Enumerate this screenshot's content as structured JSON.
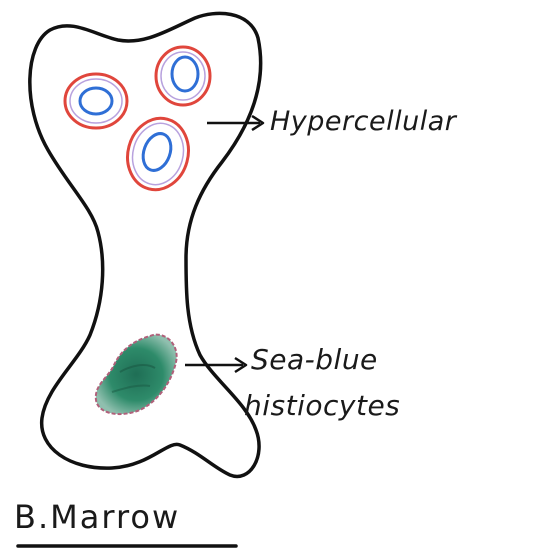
{
  "labels": {
    "hypercellular": "Hypercellular",
    "sea_blue_line1": "Sea-blue",
    "sea_blue_line2": "histiocytes",
    "caption": "B.Marrow"
  },
  "colors": {
    "outline": "#111111",
    "cell_outer": "#e0463c",
    "cell_inner": "#2f6fd6",
    "histiocyte_fill": "#2e8b6a",
    "histiocyte_rim": "#b0607a"
  },
  "icons": {
    "bone": "bone-outline",
    "cell": "marrow-cell",
    "histiocyte": "sea-blue-histiocyte-blob",
    "arrow": "pointer-arrow"
  }
}
